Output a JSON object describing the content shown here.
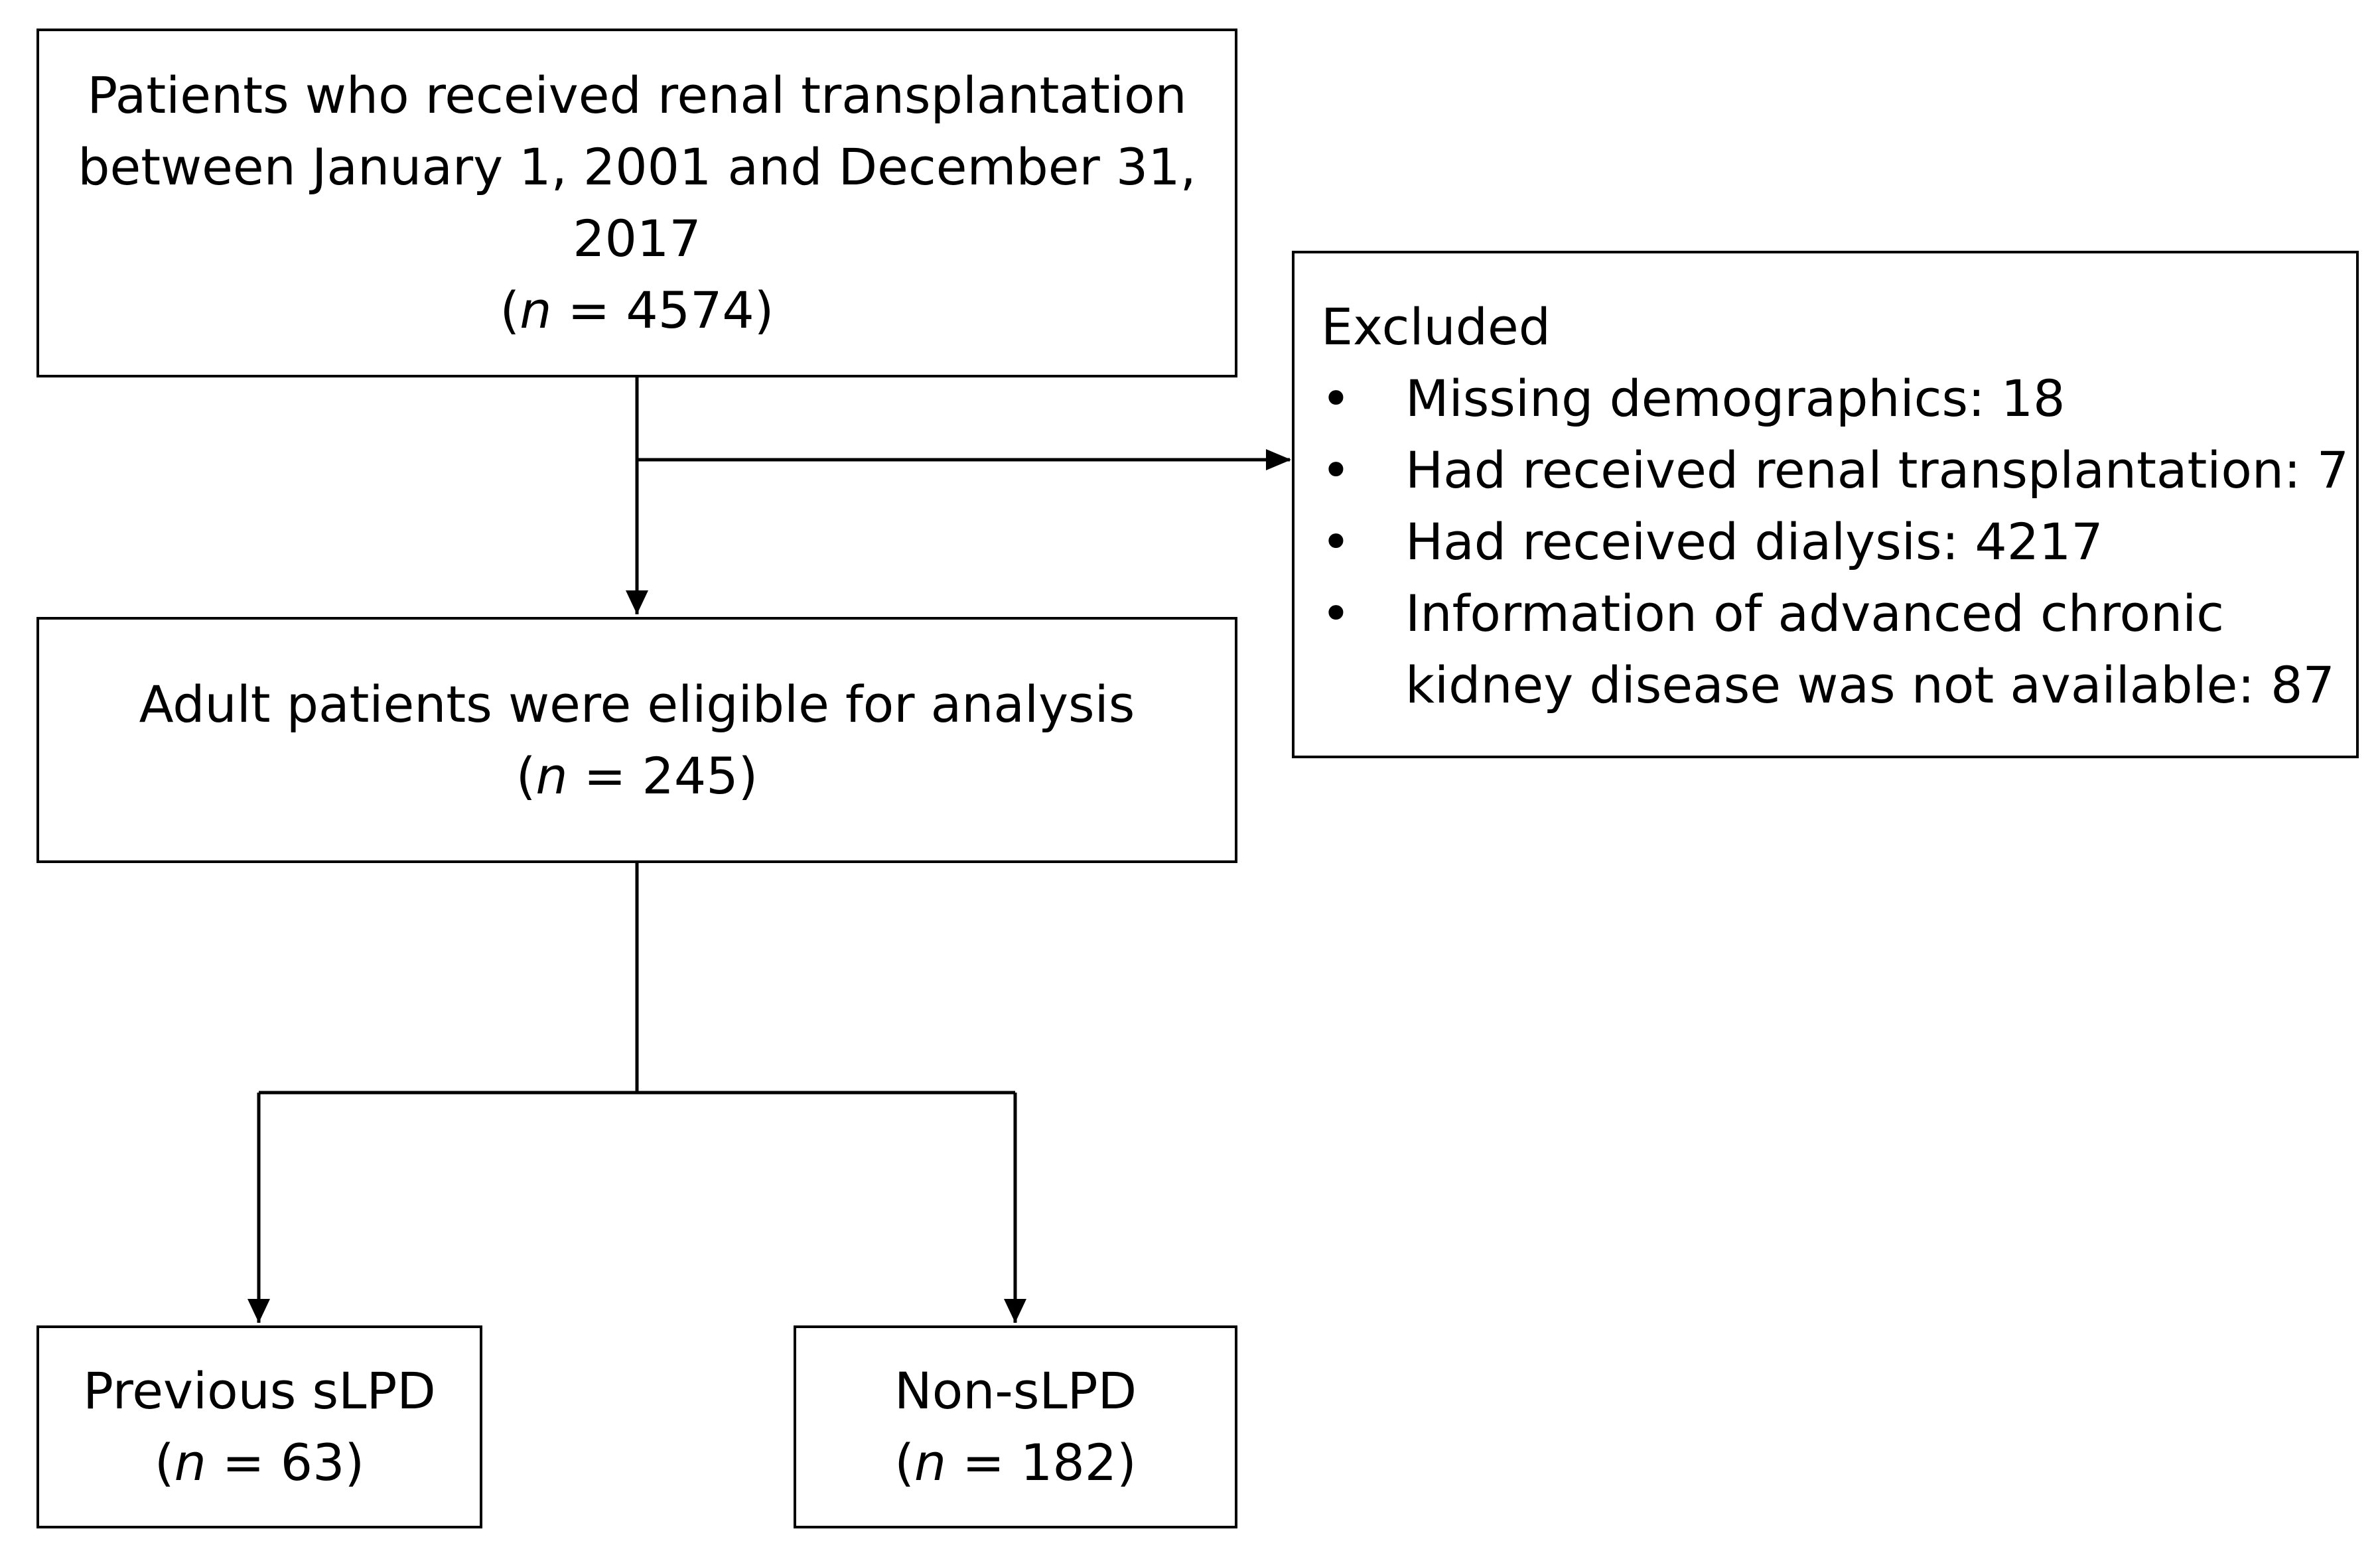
{
  "source_box": {
    "lines": [
      "Patients who received renal transplantation",
      "between January 1, 2001 and December 31,",
      "2017"
    ],
    "n_prefix": "(",
    "n_symbol": "n",
    "n_suffix": " = 4574)"
  },
  "eligible_box": {
    "line": "Adult patients were eligible for analysis",
    "n_prefix": "(",
    "n_symbol": "n",
    "n_suffix": " = 245)"
  },
  "excluded_box": {
    "title": "Excluded",
    "bullet": "•",
    "items": [
      [
        "Missing demographics: 18"
      ],
      [
        "Had received renal transplantation: 7"
      ],
      [
        "Had received dialysis:   4217"
      ],
      [
        "Information of advanced chronic",
        "kidney disease was not available: 87"
      ]
    ]
  },
  "previous_slpd_box": {
    "line": "Previous sLPD",
    "n_prefix": "(",
    "n_symbol": "n",
    "n_suffix": " = 63)"
  },
  "non_slpd_box": {
    "line": "Non-sLPD",
    "n_prefix": "(",
    "n_symbol": "n",
    "n_suffix": " = 182)"
  }
}
